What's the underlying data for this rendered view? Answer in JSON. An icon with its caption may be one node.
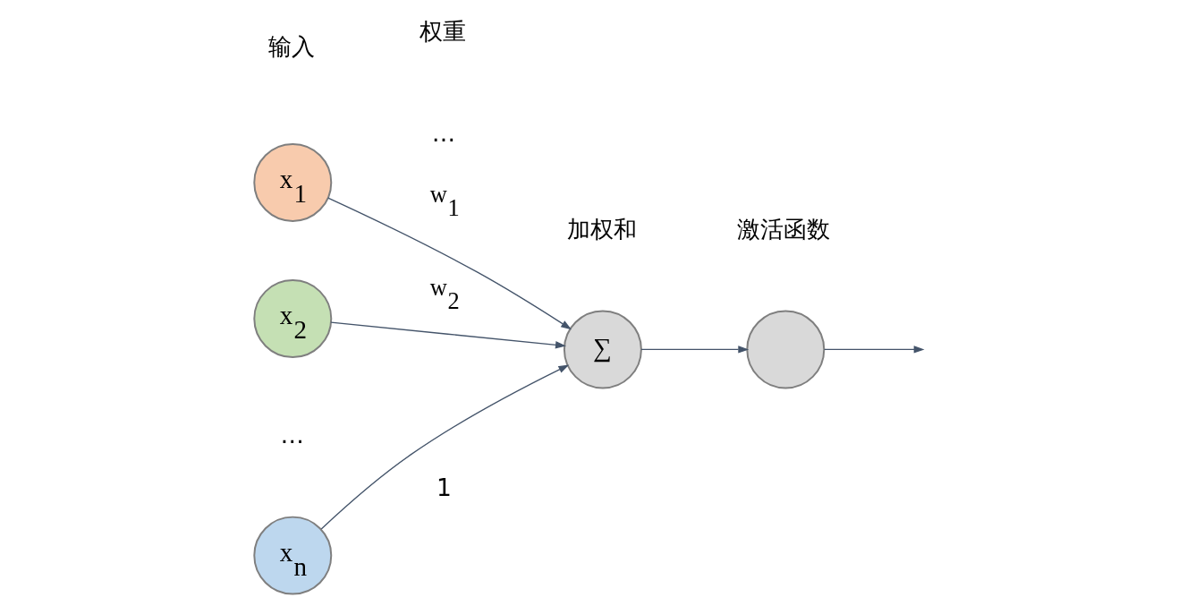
{
  "diagram": {
    "nodes": [
      {
        "text": [
          "x$_{1}$"
        ]
      },
      {
        "text": [
          "x$_{2}$"
        ]
      },
      {
        "text": [
          "x$_{n}$"
        ]
      },
      {
        "text": [
          "∑"
        ],
        "beside": [
          "加权和"
        ]
      },
      {
        "text": [],
        "shape": "circle",
        "beside": [
          "激活函数"
        ]
      }
    ],
    "edges": [
      {
        "from": 0,
        "to": 3,
        "arrow": "to",
        "label": "w$_{1}$"
      },
      {
        "from": 1,
        "to": 3,
        "arrow": "to",
        "label": "w$_{2}$"
      },
      {
        "from": 2,
        "to": 3,
        "arrow": "to"
      },
      {
        "from": 3,
        "to": 4,
        "arrow": "to"
      },
      {
        "from": 4,
        "to": null,
        "arrow": "to"
      }
    ],
    "labels": [
      "输入",
      "权重",
      "…",
      "…",
      "1"
    ]
  }
}
